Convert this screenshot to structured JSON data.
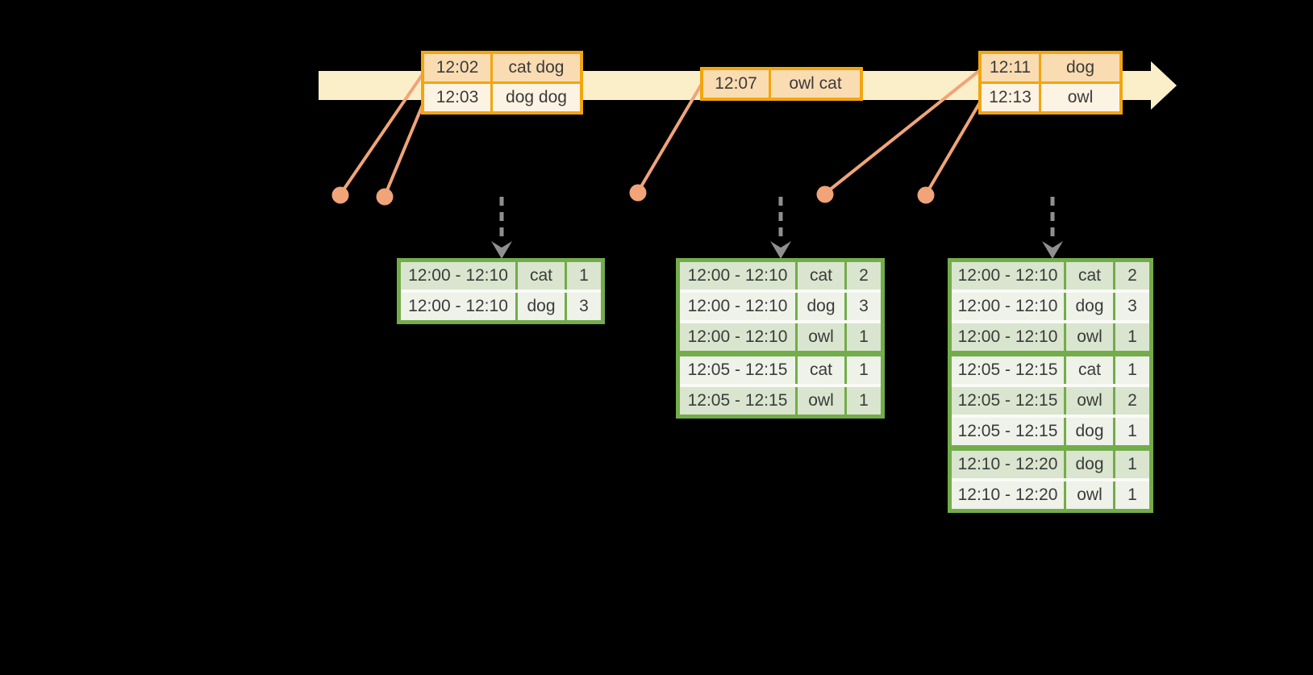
{
  "colors": {
    "background": "#000000",
    "band": "#FBEFC9",
    "gold": "#F2A50F",
    "peach_dark": "#FADCB2",
    "peach_light": "#FDF3E3",
    "salmon": "#F0A478",
    "gray": "#8F8F8F",
    "green": "#73AC4A",
    "green_dark": "#D9E5CE",
    "green_light": "#EEF2E9",
    "separator_light": "#FAFBF7",
    "text": "#3B3B3B"
  },
  "icons": {
    "timeline_arrow": "right-arrow",
    "trigger_arrow": "dashed-down-arrow",
    "event_marker": "dot"
  },
  "timeline": {
    "event_markers": [
      "12:02",
      "12:03",
      "12:07",
      "12:11",
      "12:13"
    ]
  },
  "input_batches": [
    {
      "name": "input-batch-1",
      "rows": [
        {
          "time": "12:02",
          "words": "cat dog"
        },
        {
          "time": "12:03",
          "words": "dog dog"
        }
      ]
    },
    {
      "name": "input-batch-2",
      "rows": [
        {
          "time": "12:07",
          "words": "owl cat"
        }
      ]
    },
    {
      "name": "input-batch-3",
      "rows": [
        {
          "time": "12:11",
          "words": "dog"
        },
        {
          "time": "12:13",
          "words": "owl"
        }
      ]
    }
  ],
  "result_tables": [
    {
      "name": "result-table-1",
      "group_breaks": [],
      "rows": [
        {
          "window": "12:00 - 12:10",
          "word": "cat",
          "count": "1"
        },
        {
          "window": "12:00 - 12:10",
          "word": "dog",
          "count": "3"
        }
      ]
    },
    {
      "name": "result-table-2",
      "group_breaks": [
        3
      ],
      "rows": [
        {
          "window": "12:00 - 12:10",
          "word": "cat",
          "count": "2"
        },
        {
          "window": "12:00 - 12:10",
          "word": "dog",
          "count": "3"
        },
        {
          "window": "12:00 - 12:10",
          "word": "owl",
          "count": "1"
        },
        {
          "window": "12:05 - 12:15",
          "word": "cat",
          "count": "1"
        },
        {
          "window": "12:05 - 12:15",
          "word": "owl",
          "count": "1"
        }
      ]
    },
    {
      "name": "result-table-3",
      "group_breaks": [
        3,
        6
      ],
      "rows": [
        {
          "window": "12:00 - 12:10",
          "word": "cat",
          "count": "2"
        },
        {
          "window": "12:00 - 12:10",
          "word": "dog",
          "count": "3"
        },
        {
          "window": "12:00 - 12:10",
          "word": "owl",
          "count": "1"
        },
        {
          "window": "12:05 - 12:15",
          "word": "cat",
          "count": "1"
        },
        {
          "window": "12:05 - 12:15",
          "word": "owl",
          "count": "2"
        },
        {
          "window": "12:05 - 12:15",
          "word": "dog",
          "count": "1"
        },
        {
          "window": "12:10 - 12:20",
          "word": "dog",
          "count": "1"
        },
        {
          "window": "12:10 - 12:20",
          "word": "owl",
          "count": "1"
        }
      ]
    }
  ]
}
